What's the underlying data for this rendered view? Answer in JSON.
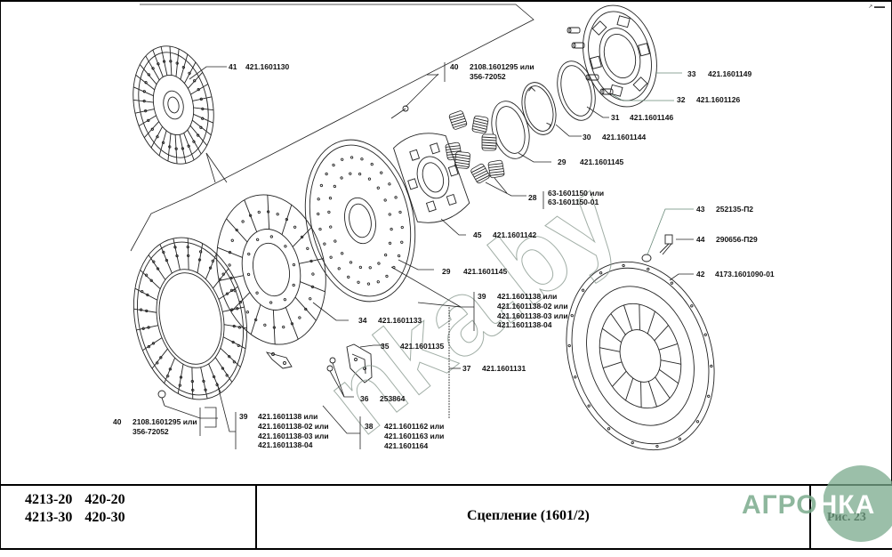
{
  "sheet": {
    "corner_mark": "↗ ▬▬"
  },
  "title_block": {
    "models": [
      [
        "4213-20",
        "420-20"
      ],
      [
        "4213-30",
        "420-30"
      ]
    ],
    "title": "Сцепление (1601/2)",
    "figure": "Рис. 23"
  },
  "watermark": {
    "text": "nka.by",
    "logo_left": "АГРО",
    "logo_right": "НКА",
    "color": "#7aaa8c"
  },
  "callouts": [
    {
      "num": "41",
      "lines": [
        "421.1601130"
      ]
    },
    {
      "num": "40",
      "lines": [
        "2108.1601295 или",
        "356-72052"
      ]
    },
    {
      "num": "33",
      "lines": [
        "421.1601149"
      ]
    },
    {
      "num": "32",
      "lines": [
        "421.1601126"
      ]
    },
    {
      "num": "31",
      "lines": [
        "421.1601146"
      ]
    },
    {
      "num": "30",
      "lines": [
        "421.1601144"
      ]
    },
    {
      "num": "29",
      "lines": [
        "421.1601145"
      ]
    },
    {
      "num": "28",
      "lines": [
        "63-1601150 или",
        "63-1601150-01"
      ]
    },
    {
      "num": "45",
      "lines": [
        "421.1601142"
      ]
    },
    {
      "num": "43",
      "lines": [
        "252135-П2"
      ]
    },
    {
      "num": "44",
      "lines": [
        "290656-П29"
      ]
    },
    {
      "num": "42",
      "lines": [
        "4173.1601090-01"
      ]
    },
    {
      "num": "29",
      "lines": [
        "421.1601145"
      ]
    },
    {
      "num": "39",
      "lines": [
        "421.1601138 или",
        "421.1601138-02 или",
        "421.1601138-03 или",
        "421.1601138-04"
      ]
    },
    {
      "num": "34",
      "lines": [
        "421.1601133"
      ]
    },
    {
      "num": "35",
      "lines": [
        "421.1601135"
      ]
    },
    {
      "num": "37",
      "lines": [
        "421.1601131"
      ]
    },
    {
      "num": "36",
      "lines": [
        "253864"
      ]
    },
    {
      "num": "40",
      "lines": [
        "2108.1601295 или",
        "356-72052"
      ]
    },
    {
      "num": "39",
      "lines": [
        "421.1601138 или",
        "421.1601138-02 или",
        "421.1601138-03 или",
        "421.1601138-04"
      ]
    },
    {
      "num": "38",
      "lines": [
        "421.1601162 или",
        "421.1601163 или",
        "421.1601164"
      ]
    }
  ]
}
